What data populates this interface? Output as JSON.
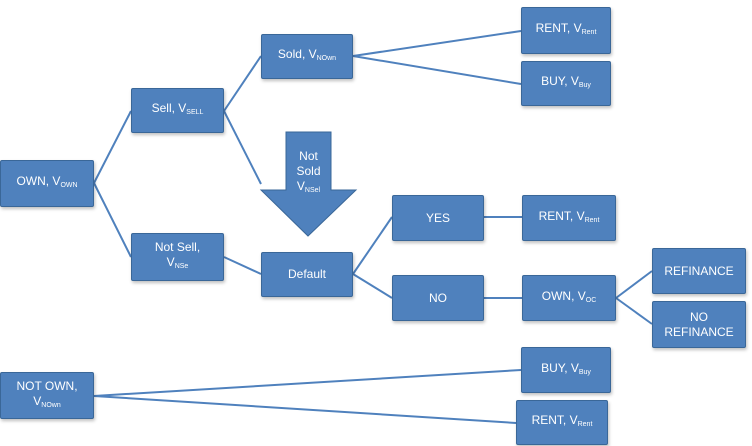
{
  "nodes": {
    "own": {
      "label": "OWN, V",
      "sub": "OWN"
    },
    "sell": {
      "label": "Sell, V",
      "sub": "SELL"
    },
    "sold": {
      "label": "Sold, V",
      "sub": "NOwn"
    },
    "rent_top": {
      "label": "RENT, V",
      "sub": "Rent"
    },
    "buy_top": {
      "label": "BUY, V",
      "sub": "Buy"
    },
    "not_sell": {
      "label1": "Not Sell,",
      "label2": "V",
      "sub": "NSe"
    },
    "default": {
      "label": "Default"
    },
    "yes": {
      "label": "YES"
    },
    "rent_mid": {
      "label": "RENT, V",
      "sub": "Rent"
    },
    "no": {
      "label": "NO"
    },
    "own_oc": {
      "label": "OWN, V",
      "sub": "OC"
    },
    "refinance": {
      "label": "REFINANCE"
    },
    "no_refinance": {
      "label1": "NO",
      "label2": "REFINANCE"
    },
    "not_own": {
      "label1": "NOT OWN,",
      "label2": "V",
      "sub": "NOwn"
    },
    "buy_bottom": {
      "label": "BUY, V",
      "sub": "Buy"
    },
    "rent_bottom": {
      "label": "RENT, V",
      "sub": "Rent"
    }
  },
  "not_sold_arrow": {
    "line1": "Not",
    "line2": "Sold",
    "line3": "V",
    "sub": "NSel"
  },
  "colors": {
    "node_fill": "#4f81bd",
    "node_border": "#3a6798",
    "edge": "#4f81bd",
    "text": "#ffffff"
  }
}
